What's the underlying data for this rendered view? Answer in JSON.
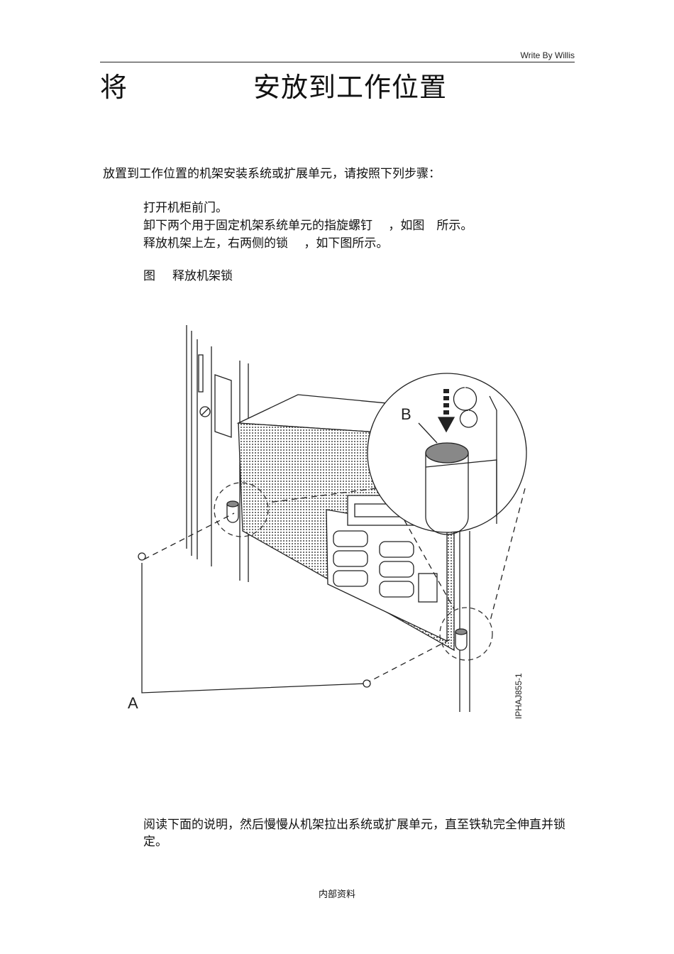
{
  "header": {
    "author": "Write By Willis"
  },
  "title": {
    "part1": "将",
    "part2": "安放到工作位置"
  },
  "intro": "放置到工作位置的机架安装系统或扩展单元，请按照下列步骤：",
  "steps": [
    "打开机柜前门。",
    "卸下两个用于固定机架系统单元的指旋螺钉　 ，如图　所示。",
    "释放机架上左，右两侧的锁　 ，如下图所示。"
  ],
  "figure": {
    "caption_prefix": "图",
    "caption_text": "释放机架锁",
    "label_a": "A",
    "label_b": "B",
    "code": "IPHAJ855-1"
  },
  "body_text": "阅读下面的说明，然后慢慢从机架拉出系统或扩展单元，直至铁轨完全伸直并锁定。",
  "footer": "内部资料"
}
